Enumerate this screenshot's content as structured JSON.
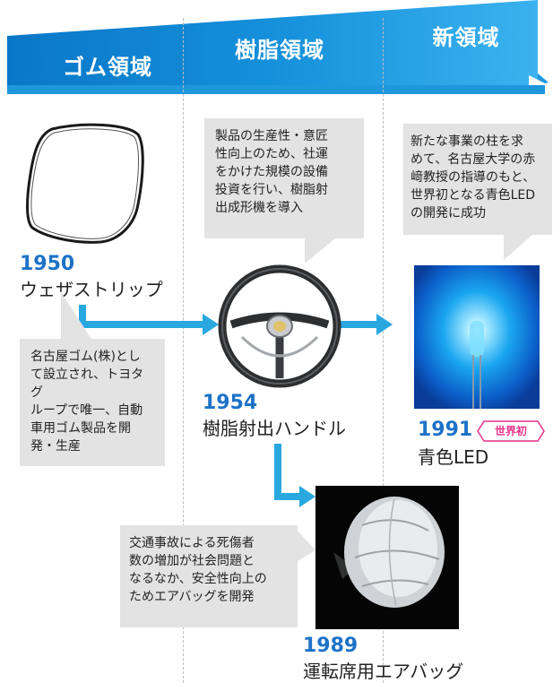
{
  "colors": {
    "banner_dark": "#0b7fcf",
    "banner_light": "#2aa5e8",
    "arrow": "#29a8e0",
    "callout_bg": "#e3e3e3",
    "year": "#1d72c7",
    "badge": "#e8308a"
  },
  "header": {
    "segments": [
      {
        "label": "ゴム領域"
      },
      {
        "label": "樹脂領域"
      },
      {
        "label": "新領域"
      }
    ]
  },
  "products": [
    {
      "year": "1950",
      "name": "ウェザストリップ",
      "icon": "mirror-outline-icon"
    },
    {
      "year": "1954",
      "name": "樹脂射出ハンドル",
      "icon": "steering-wheel-icon"
    },
    {
      "year": "1991",
      "name": "青色LED",
      "icon": "blue-led-icon",
      "badge": "世界初"
    },
    {
      "year": "1989",
      "name": "運転席用エアバッグ",
      "icon": "airbag-icon"
    }
  ],
  "callouts": {
    "rubber": "名古屋ゴム(株)とし\nて設立され、トヨタグ\nループで唯一、自動\n車用ゴム製品を開\n発・生産",
    "resin": "製品の生産性・意匠\n性向上のため、社運\nをかけた規模の設備\n投資を行い、樹脂射\n出成形機を導入",
    "new": "新たな事業の柱を求\nめて、名古屋大学の赤\n﨑教授の指導のもと、\n世界初となる青色LED\nの開発に成功",
    "airbag": "交通事故による死傷者\n数の増加が社会問題と\nなるなか、安全性向上の\nためエアバッグを開発"
  }
}
